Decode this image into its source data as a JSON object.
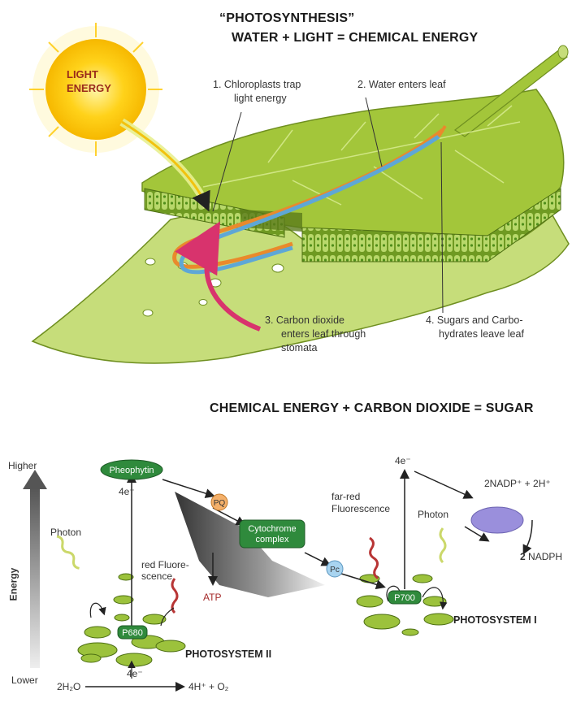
{
  "top": {
    "title_line1": "“PHOTOSYNTHESIS”",
    "title_line2": "WATER + LIGHT = CHEMICAL ENERGY",
    "sun_label_1": "LIGHT",
    "sun_label_2": "ENERGY",
    "step1_line1": "1. Chloroplasts trap",
    "step1_line2": "light energy",
    "step2": "2. Water enters leaf",
    "step3_line1": "3. Carbon dioxide",
    "step3_line2": "enters leaf through",
    "step3_line3": "stomata",
    "step4_line1": "4. Sugars and Carbo-",
    "step4_line2": "hydrates leave leaf"
  },
  "bottom": {
    "title": "CHEMICAL ENERGY + CARBON DIOXIDE = SUGAR",
    "energy_axis": {
      "higher": "Higher",
      "lower": "Lower",
      "label": "Energy"
    },
    "ps2": {
      "name": "PHOTOSYSTEM II",
      "center": "P680",
      "photon": "Photon",
      "red_fluor_1": "red Fluore-",
      "red_fluor_2": "scence",
      "electrons": "4e⁻",
      "electrons_low": "4e⁻",
      "water": "2H₂O",
      "products": "4H⁺ + O₂"
    },
    "chain": {
      "pheophytin": "Pheophytin",
      "pq": "PQ",
      "cytochrome_1": "Cytochrome",
      "cytochrome_2": "complex",
      "atp": "ATP",
      "pc": "Pc"
    },
    "ps1": {
      "name": "PHOTOSYSTEM I",
      "center": "P700",
      "photon": "Photon",
      "far_red_1": "far-red",
      "far_red_2": "Fluorescence",
      "electrons": "4e⁻",
      "nadp": "2NADP⁺ + 2H⁺",
      "nadph_coef": "2",
      "nadph": "NADPH"
    }
  },
  "colors": {
    "leaf": "#a3c63a",
    "leaf_dark": "#7e9e22",
    "sun": "#ffd21a",
    "water_blue": "#5ea7d6",
    "water_orange": "#e98a2c",
    "co2_pink": "#d8336d",
    "pill_green": "#2f8a3c",
    "disc_green": "#9cc23c",
    "nadp_ellipse": "#9a8fdc"
  }
}
